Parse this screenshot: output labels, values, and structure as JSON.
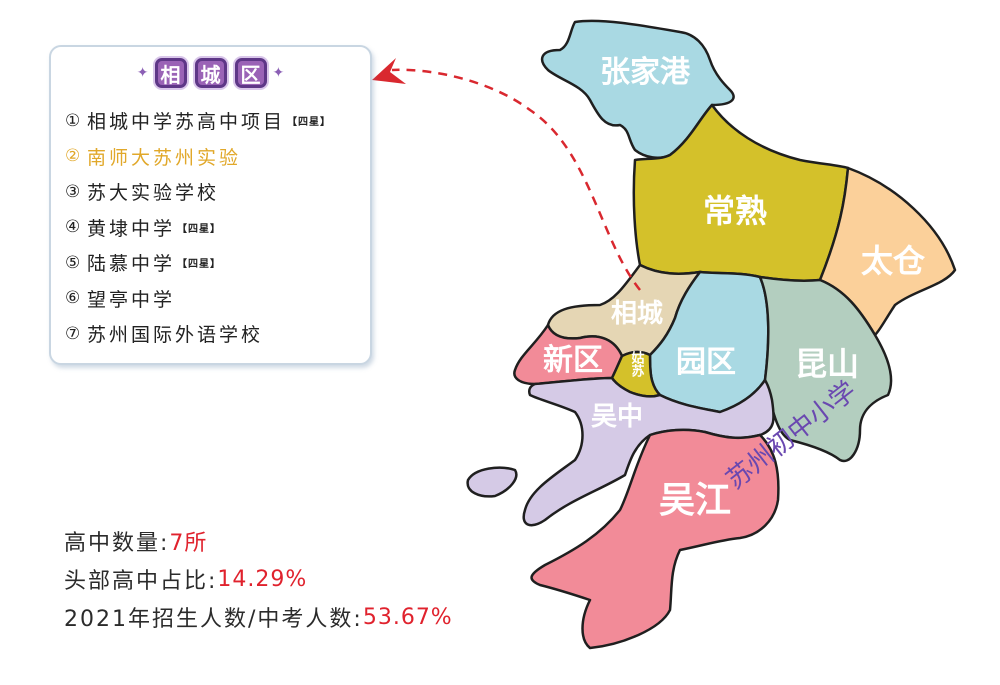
{
  "district_card": {
    "title_chars": [
      "相",
      "城",
      "区"
    ],
    "schools": [
      {
        "num": "①",
        "name": "相城中学苏高中项目",
        "tag": "【四星】",
        "highlight": false
      },
      {
        "num": "②",
        "name": "南师大苏州实验",
        "tag": "",
        "highlight": true
      },
      {
        "num": "③",
        "name": "苏大实验学校",
        "tag": "",
        "highlight": false
      },
      {
        "num": "④",
        "name": "黄埭中学",
        "tag": "【四星】",
        "highlight": false
      },
      {
        "num": "⑤",
        "name": "陆慕中学",
        "tag": "【四星】",
        "highlight": false
      },
      {
        "num": "⑥",
        "name": "望亭中学",
        "tag": "",
        "highlight": false
      },
      {
        "num": "⑦",
        "name": "苏州国际外语学校",
        "tag": "",
        "highlight": false
      }
    ]
  },
  "stats": [
    {
      "label": "高中数量:",
      "value": "7所"
    },
    {
      "label": "头部高中占比:",
      "value": "14.29%"
    },
    {
      "label": "2021年招生人数/中考人数:",
      "value": "53.67%"
    }
  ],
  "map": {
    "regions": [
      {
        "id": "zhangjiagang",
        "label": "张家港",
        "color": "#a9d9e3"
      },
      {
        "id": "changshu",
        "label": "常熟",
        "color": "#d4c12a"
      },
      {
        "id": "taicang",
        "label": "太仓",
        "color": "#fbd09a"
      },
      {
        "id": "xiangcheng",
        "label": "相城",
        "color": "#e5d6b4"
      },
      {
        "id": "yuanqu",
        "label": "园区",
        "color": "#a9d9e3"
      },
      {
        "id": "kunshan",
        "label": "昆山",
        "color": "#b3cebf"
      },
      {
        "id": "xinqu",
        "label": "新区",
        "color": "#f28b98"
      },
      {
        "id": "gusu",
        "label": "姑苏",
        "color": "#d4c12a"
      },
      {
        "id": "wuzhong",
        "label": "吴中",
        "color": "#d5cae6"
      },
      {
        "id": "wujiang",
        "label": "吴江",
        "color": "#f28b98"
      }
    ],
    "watermark": "苏州初中小学",
    "arrow_color": "#d9282f"
  },
  "colors": {
    "accent_purple": "#9a63b6",
    "highlight_gold": "#e1a82a",
    "value_red": "#e0222d"
  }
}
